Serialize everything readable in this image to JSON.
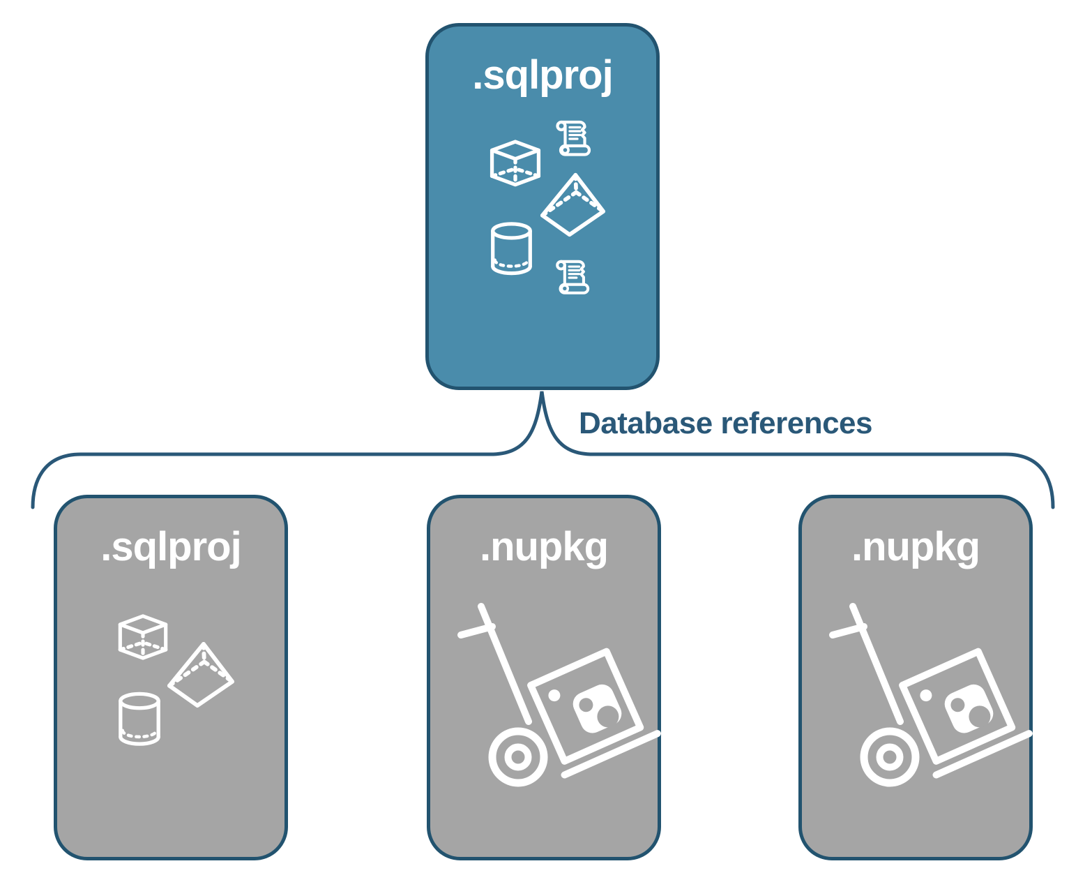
{
  "diagram": {
    "root_box": {
      "label": ".sqlproj"
    },
    "connector_label": "Database references",
    "child_boxes": [
      {
        "label": ".sqlproj"
      },
      {
        "label": ".nupkg"
      },
      {
        "label": ".nupkg"
      }
    ],
    "icons": {
      "root_box": [
        "scroll-icon",
        "cube-icon",
        "pyramid-icon",
        "cylinder-icon",
        "scroll-icon"
      ],
      "child_sqlproj": [
        "cube-icon",
        "pyramid-icon",
        "cylinder-icon"
      ],
      "child_nupkg": [
        "nuget-handtruck-icon"
      ]
    },
    "colors": {
      "root_box_fill": "#4A8CAB",
      "child_box_fill": "#A5A5A5",
      "box_outline": "#22536F",
      "brace_and_label": "#2A5878",
      "icon_stroke": "#FFFFFF",
      "background": "#FFFFFF"
    }
  }
}
